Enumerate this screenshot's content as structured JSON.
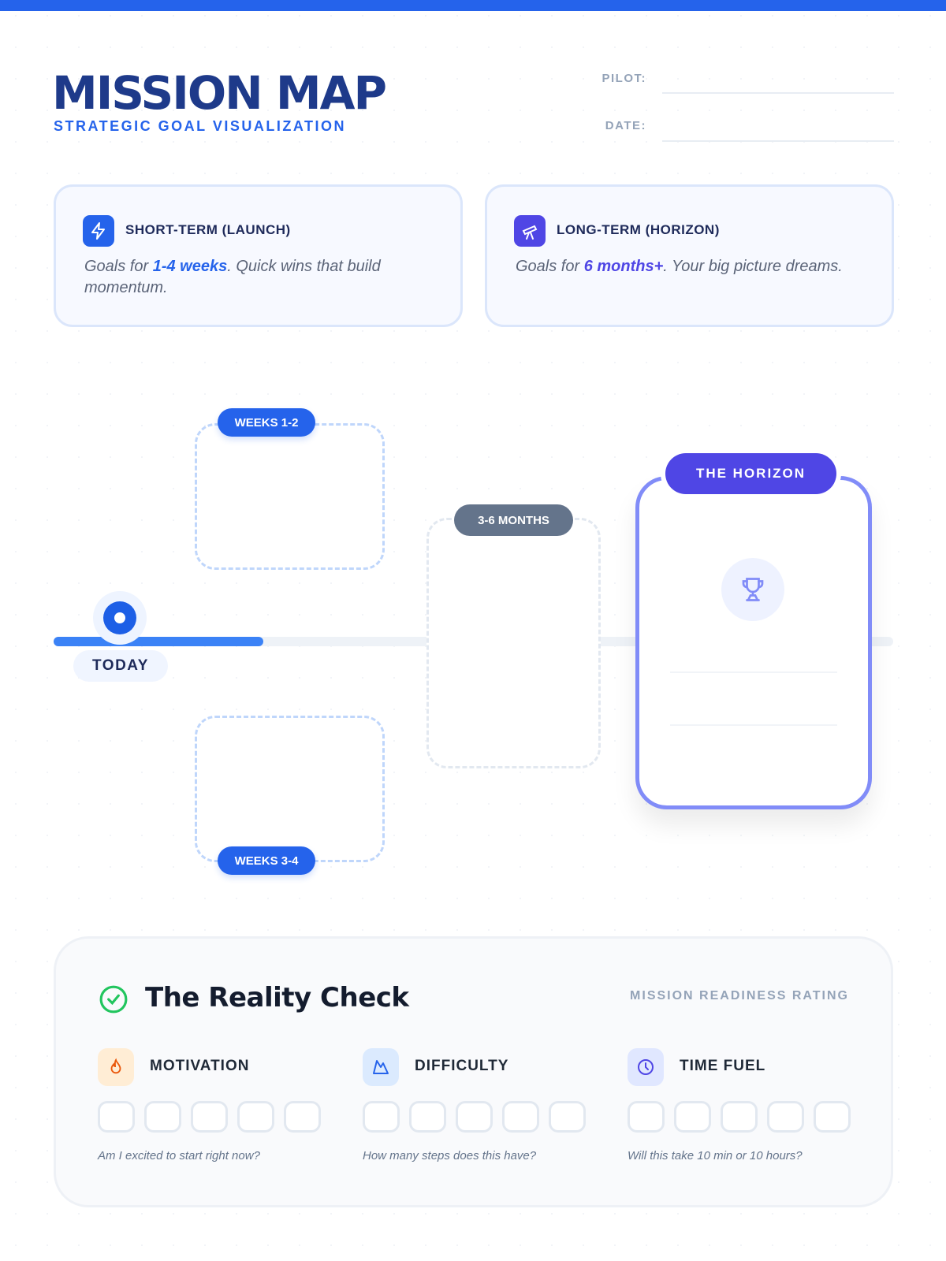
{
  "header": {
    "title": "MISSION MAP",
    "subtitle": "STRATEGIC GOAL VISUALIZATION",
    "pilot_label": "PILOT:",
    "pilot_value": "",
    "date_label": "DATE:",
    "date_value": ""
  },
  "legend": [
    {
      "title": "SHORT-TERM (LAUNCH)",
      "pre": "Goals for ",
      "highlight": "1-4 weeks",
      "post": ". Quick wins that build momentum.",
      "icon": "lightning-icon",
      "color": "#2563eb"
    },
    {
      "title": "LONG-TERM (HORIZON)",
      "pre": "Goals for ",
      "highlight": "6 months+",
      "post": ". Your big picture dreams.",
      "icon": "telescope-icon",
      "color": "#4f46e5"
    }
  ],
  "timeline": {
    "today_label": "TODAY",
    "progress_percent": 25,
    "milestones": [
      "WEEKS 1-2",
      "WEEKS 3-4",
      "3-6 MONTHS"
    ],
    "horizon_label": "THE HORIZON"
  },
  "reality_check": {
    "title": "The Reality Check",
    "rating_label": "MISSION READINESS RATING",
    "criteria": [
      {
        "label": "MOTIVATION",
        "hint": "Am I excited to start right now?",
        "icon": "flame-icon",
        "rating": 0,
        "max": 5
      },
      {
        "label": "DIFFICULTY",
        "hint": "How many steps does this have?",
        "icon": "mountain-icon",
        "rating": 0,
        "max": 5
      },
      {
        "label": "TIME FUEL",
        "hint": "Will this take 10 min or 10 hours?",
        "icon": "clock-icon",
        "rating": 0,
        "max": 5
      }
    ]
  },
  "colors": {
    "accent": "#2563eb",
    "horizon": "#4f46e5",
    "title": "#1e3a8a"
  }
}
